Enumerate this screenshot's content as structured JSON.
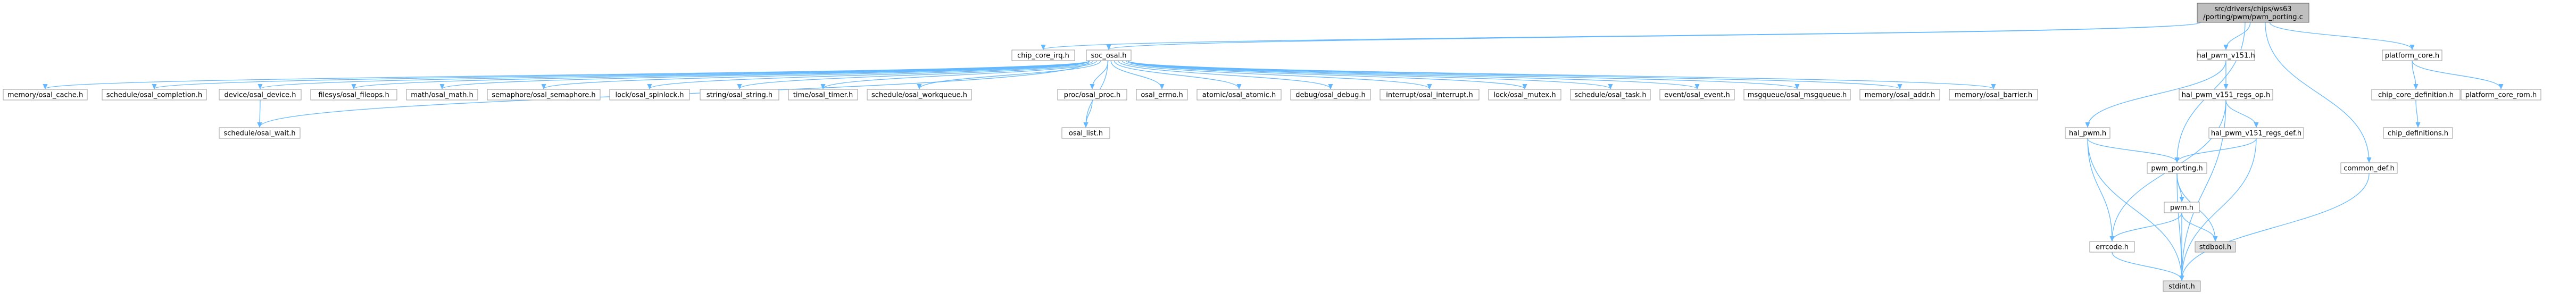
{
  "graph": {
    "type": "include-dependency-graph",
    "colors": {
      "edge": "#63b8ff",
      "node_border": "#999999",
      "root_fill": "#bfbfbf",
      "system_header_fill": "#e0e0e0",
      "text": "#000000"
    },
    "nodes": [
      {
        "id": "root",
        "lines": [
          "src/drivers/chips/ws63",
          "/porting/pwm/pwm_porting.c"
        ],
        "style": "root"
      },
      {
        "id": "chip_core_irq",
        "lines": [
          "chip_core_irq.h"
        ],
        "style": "normal"
      },
      {
        "id": "soc_osal",
        "lines": [
          "soc_osal.h"
        ],
        "style": "normal"
      },
      {
        "id": "hal_pwm_v151",
        "lines": [
          "hal_pwm_v151.h"
        ],
        "style": "normal"
      },
      {
        "id": "platform_core",
        "lines": [
          "platform_core.h"
        ],
        "style": "normal"
      },
      {
        "id": "memory_osal_cache",
        "lines": [
          "memory/osal_cache.h"
        ],
        "style": "normal"
      },
      {
        "id": "schedule_osal_completion",
        "lines": [
          "schedule/osal_completion.h"
        ],
        "style": "normal"
      },
      {
        "id": "device_osal_device",
        "lines": [
          "device/osal_device.h"
        ],
        "style": "normal"
      },
      {
        "id": "filesys_osal_fileops",
        "lines": [
          "filesys/osal_fileops.h"
        ],
        "style": "normal"
      },
      {
        "id": "math_osal_math",
        "lines": [
          "math/osal_math.h"
        ],
        "style": "normal"
      },
      {
        "id": "semaphore_osal_semaphore",
        "lines": [
          "semaphore/osal_semaphore.h"
        ],
        "style": "normal"
      },
      {
        "id": "lock_osal_spinlock",
        "lines": [
          "lock/osal_spinlock.h"
        ],
        "style": "normal"
      },
      {
        "id": "string_osal_string",
        "lines": [
          "string/osal_string.h"
        ],
        "style": "normal"
      },
      {
        "id": "time_osal_timer",
        "lines": [
          "time/osal_timer.h"
        ],
        "style": "normal"
      },
      {
        "id": "schedule_osal_workqueue",
        "lines": [
          "schedule/osal_workqueue.h"
        ],
        "style": "normal"
      },
      {
        "id": "proc_osal_proc",
        "lines": [
          "proc/osal_proc.h"
        ],
        "style": "normal"
      },
      {
        "id": "osal_errno",
        "lines": [
          "osal_errno.h"
        ],
        "style": "normal"
      },
      {
        "id": "atomic_osal_atomic",
        "lines": [
          "atomic/osal_atomic.h"
        ],
        "style": "normal"
      },
      {
        "id": "debug_osal_debug",
        "lines": [
          "debug/osal_debug.h"
        ],
        "style": "normal"
      },
      {
        "id": "interrupt_osal_interrupt",
        "lines": [
          "interrupt/osal_interrupt.h"
        ],
        "style": "normal"
      },
      {
        "id": "lock_osal_mutex",
        "lines": [
          "lock/osal_mutex.h"
        ],
        "style": "normal"
      },
      {
        "id": "schedule_osal_task",
        "lines": [
          "schedule/osal_task.h"
        ],
        "style": "normal"
      },
      {
        "id": "event_osal_event",
        "lines": [
          "event/osal_event.h"
        ],
        "style": "normal"
      },
      {
        "id": "msgqueue_osal_msgqueue",
        "lines": [
          "msgqueue/osal_msgqueue.h"
        ],
        "style": "normal"
      },
      {
        "id": "memory_osal_addr",
        "lines": [
          "memory/osal_addr.h"
        ],
        "style": "normal"
      },
      {
        "id": "memory_osal_barrier",
        "lines": [
          "memory/osal_barrier.h"
        ],
        "style": "normal"
      },
      {
        "id": "schedule_osal_wait",
        "lines": [
          "schedule/osal_wait.h"
        ],
        "style": "normal"
      },
      {
        "id": "osal_list",
        "lines": [
          "osal_list.h"
        ],
        "style": "normal"
      },
      {
        "id": "hal_pwm_v151_regs_op",
        "lines": [
          "hal_pwm_v151_regs_op.h"
        ],
        "style": "normal"
      },
      {
        "id": "hal_pwm",
        "lines": [
          "hal_pwm.h"
        ],
        "style": "normal"
      },
      {
        "id": "hal_pwm_v151_regs_def",
        "lines": [
          "hal_pwm_v151_regs_def.h"
        ],
        "style": "normal"
      },
      {
        "id": "pwm_porting",
        "lines": [
          "pwm_porting.h"
        ],
        "style": "normal"
      },
      {
        "id": "pwm",
        "lines": [
          "pwm.h"
        ],
        "style": "normal"
      },
      {
        "id": "errcode",
        "lines": [
          "errcode.h"
        ],
        "style": "normal"
      },
      {
        "id": "stdbool",
        "lines": [
          "stdbool.h"
        ],
        "style": "system"
      },
      {
        "id": "stdint",
        "lines": [
          "stdint.h"
        ],
        "style": "system"
      },
      {
        "id": "common_def",
        "lines": [
          "common_def.h"
        ],
        "style": "normal"
      },
      {
        "id": "chip_core_definition",
        "lines": [
          "chip_core_definition.h"
        ],
        "style": "normal"
      },
      {
        "id": "platform_core_rom",
        "lines": [
          "platform_core_rom.h"
        ],
        "style": "normal"
      },
      {
        "id": "chip_definitions",
        "lines": [
          "chip_definitions.h"
        ],
        "style": "normal"
      }
    ],
    "edges": [
      [
        "root",
        "chip_core_irq"
      ],
      [
        "root",
        "soc_osal"
      ],
      [
        "root",
        "hal_pwm_v151"
      ],
      [
        "root",
        "platform_core"
      ],
      [
        "root",
        "pwm_porting"
      ],
      [
        "root",
        "common_def"
      ],
      [
        "soc_osal",
        "memory_osal_cache"
      ],
      [
        "soc_osal",
        "schedule_osal_completion"
      ],
      [
        "soc_osal",
        "device_osal_device"
      ],
      [
        "soc_osal",
        "filesys_osal_fileops"
      ],
      [
        "soc_osal",
        "math_osal_math"
      ],
      [
        "soc_osal",
        "semaphore_osal_semaphore"
      ],
      [
        "soc_osal",
        "lock_osal_spinlock"
      ],
      [
        "soc_osal",
        "string_osal_string"
      ],
      [
        "soc_osal",
        "time_osal_timer"
      ],
      [
        "soc_osal",
        "schedule_osal_workqueue"
      ],
      [
        "soc_osal",
        "proc_osal_proc"
      ],
      [
        "soc_osal",
        "osal_errno"
      ],
      [
        "soc_osal",
        "atomic_osal_atomic"
      ],
      [
        "soc_osal",
        "debug_osal_debug"
      ],
      [
        "soc_osal",
        "interrupt_osal_interrupt"
      ],
      [
        "soc_osal",
        "lock_osal_mutex"
      ],
      [
        "soc_osal",
        "schedule_osal_task"
      ],
      [
        "soc_osal",
        "event_osal_event"
      ],
      [
        "soc_osal",
        "msgqueue_osal_msgqueue"
      ],
      [
        "soc_osal",
        "memory_osal_addr"
      ],
      [
        "soc_osal",
        "memory_osal_barrier"
      ],
      [
        "soc_osal",
        "schedule_osal_wait"
      ],
      [
        "soc_osal",
        "osal_list"
      ],
      [
        "device_osal_device",
        "schedule_osal_wait"
      ],
      [
        "proc_osal_proc",
        "osal_list"
      ],
      [
        "hal_pwm_v151",
        "hal_pwm"
      ],
      [
        "hal_pwm_v151",
        "hal_pwm_v151_regs_op"
      ],
      [
        "hal_pwm_v151_regs_op",
        "hal_pwm_v151_regs_def"
      ],
      [
        "hal_pwm_v151_regs_op",
        "errcode"
      ],
      [
        "hal_pwm_v151_regs_op",
        "stdint"
      ],
      [
        "hal_pwm",
        "pwm_porting"
      ],
      [
        "hal_pwm",
        "errcode"
      ],
      [
        "hal_pwm",
        "stdint"
      ],
      [
        "hal_pwm_v151_regs_def",
        "pwm_porting"
      ],
      [
        "hal_pwm_v151_regs_def",
        "stdint"
      ],
      [
        "pwm_porting",
        "pwm"
      ],
      [
        "pwm_porting",
        "stdbool"
      ],
      [
        "pwm_porting",
        "stdint"
      ],
      [
        "pwm",
        "errcode"
      ],
      [
        "pwm",
        "stdbool"
      ],
      [
        "pwm",
        "stdint"
      ],
      [
        "errcode",
        "stdint"
      ],
      [
        "common_def",
        "stdint"
      ],
      [
        "platform_core",
        "chip_core_definition"
      ],
      [
        "platform_core",
        "platform_core_rom"
      ],
      [
        "chip_core_definition",
        "chip_definitions"
      ]
    ]
  }
}
